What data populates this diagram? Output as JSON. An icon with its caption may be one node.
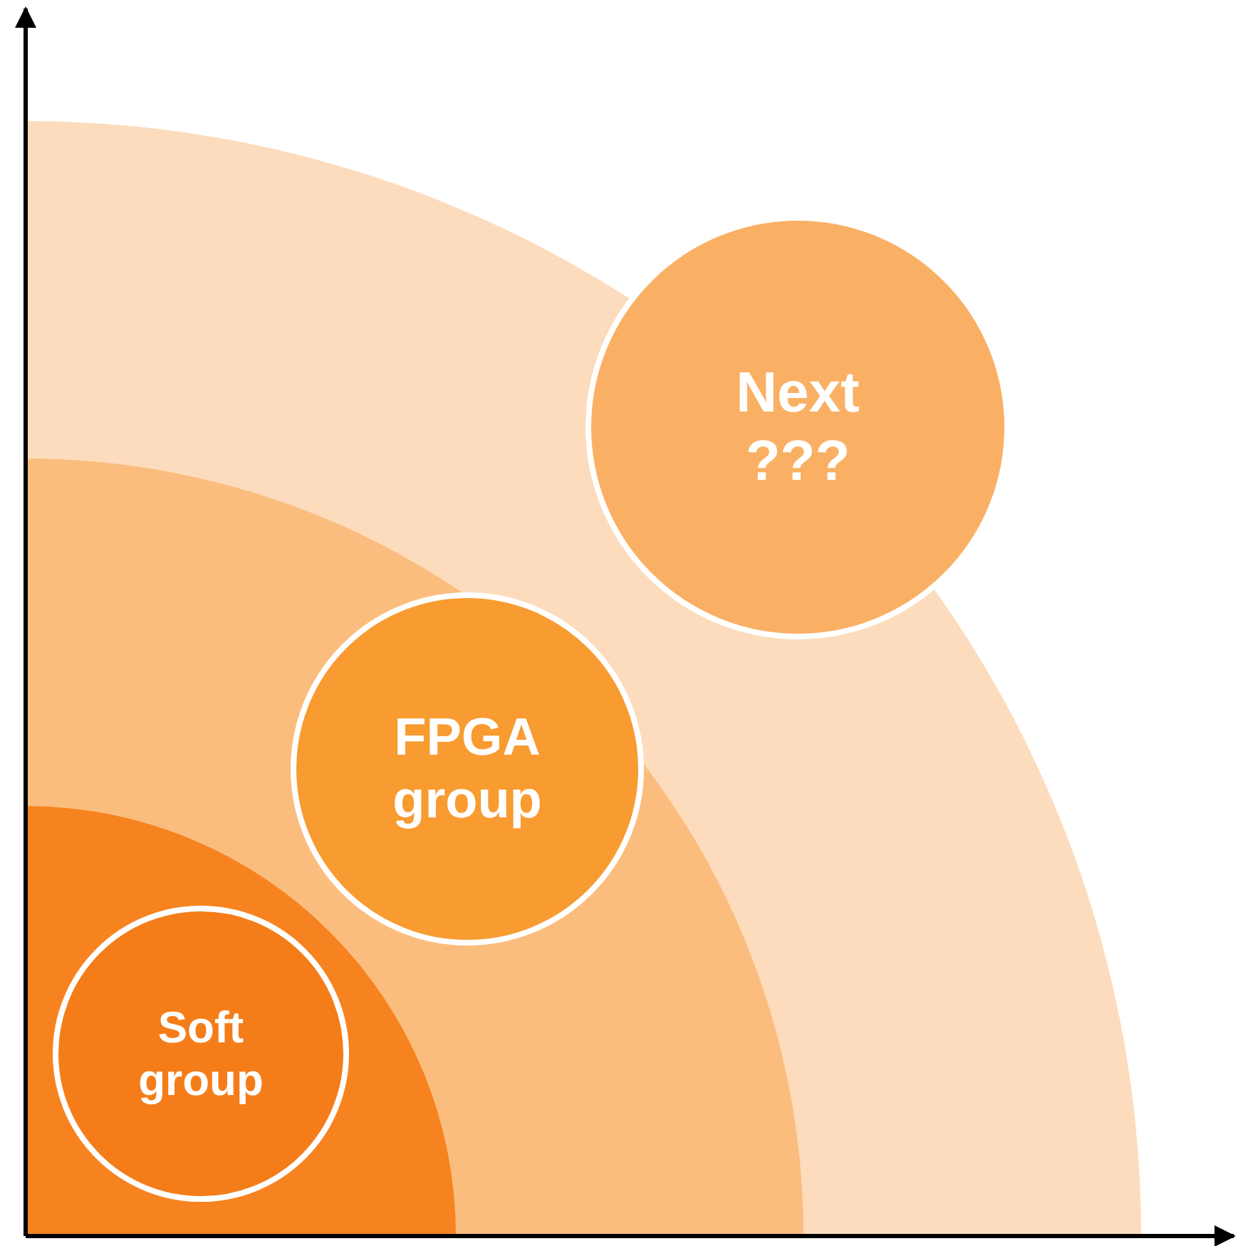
{
  "diagram": {
    "nodes": [
      {
        "text": [
          "Soft group"
        ]
      },
      {
        "text": [
          "FPGA group"
        ]
      },
      {
        "text": [
          "Next ???"
        ]
      }
    ]
  }
}
